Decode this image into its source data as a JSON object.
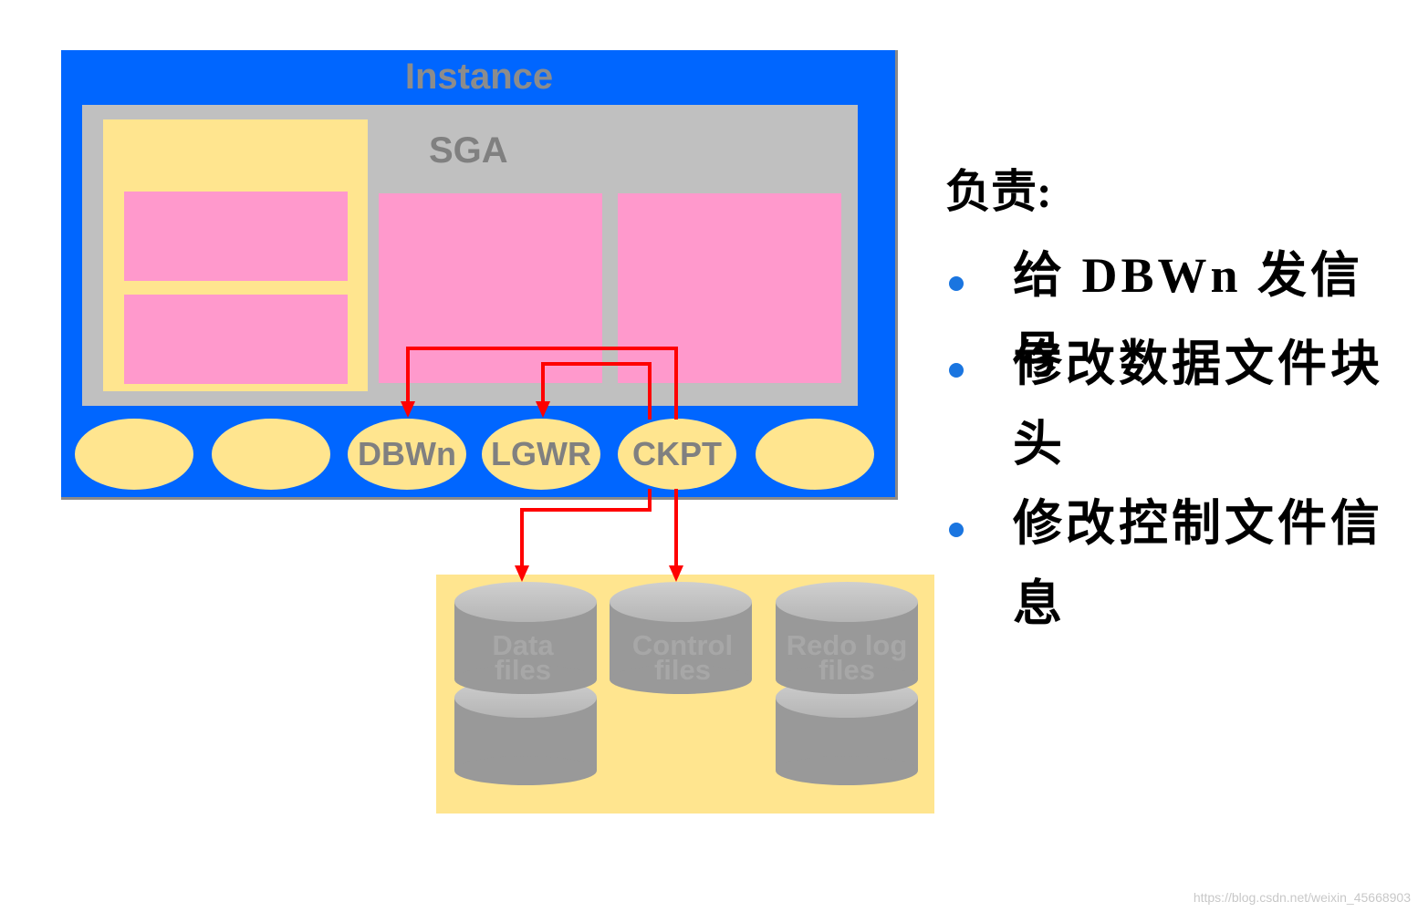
{
  "instance": {
    "title": "Instance"
  },
  "sga": {
    "label": "SGA"
  },
  "processes": {
    "dbwn": "DBWn",
    "lgwr": "LGWR",
    "ckpt": "CKPT"
  },
  "files": {
    "data": [
      "Data",
      "files"
    ],
    "control": [
      "Control",
      "files"
    ],
    "redo": [
      "Redo log",
      "files"
    ]
  },
  "responsibilities": {
    "title": "负责:",
    "items": [
      "给 DBWn 发信号",
      "修改数据文件块头",
      "修改控制文件信息"
    ]
  },
  "watermark": "https://blog.csdn.net/weixin_45668903",
  "colors": {
    "instance": "#0066ff",
    "sga": "#c0c0c0",
    "buffer": "#ff99cc",
    "pool": "#ffe58f",
    "arrow": "#ff0000",
    "bullet": "#1a75e0"
  }
}
